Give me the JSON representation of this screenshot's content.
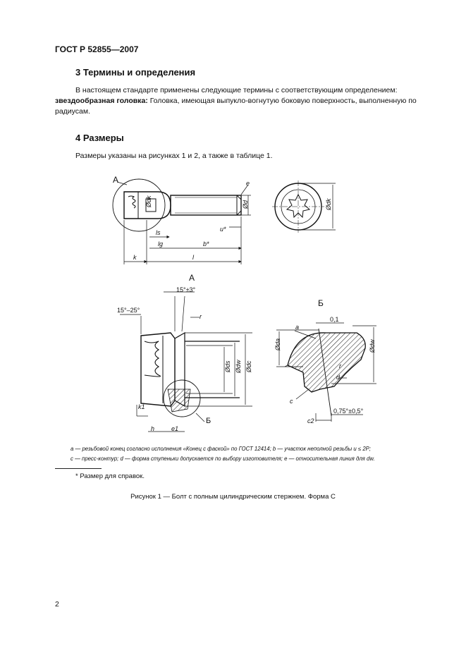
{
  "header": {
    "standard": "ГОСТ Р 52855—2007"
  },
  "section3": {
    "title": "3  Термины и определения",
    "intro": "В настоящем стандарте применены следующие термины с соответствующим определением:",
    "term": "звездообразная головка:",
    "definition": " Головка, имеющая выпукло-вогнутую боковую поверхность, выполненную по радиусам."
  },
  "section4": {
    "title": "4  Размеры",
    "intro": "Размеры указаны на рисунках 1 и 2, а также в таблице 1."
  },
  "figure": {
    "labels": {
      "view_a_marker": "А",
      "view_a_title": "А",
      "view_b_title": "Б",
      "section_b_marker": "Б",
      "a": "а",
      "e": "е",
      "c": "c",
      "d": "d",
      "r": "r",
      "k": "k",
      "k1": "k1",
      "h": "h",
      "e1": "e1",
      "l": "l",
      "b": "b*",
      "ls": "ls",
      "lg": "lg",
      "u": "u*",
      "dk": "Ødk",
      "d_main": "Ød",
      "ds": "Øds",
      "dw": "Ødw",
      "dc": "Ødc",
      "da": "Øda",
      "angle1": "15°±3°",
      "angle2": "15°–25°",
      "v": "0,1",
      "angle3": "0,75°±0,5°",
      "c_v": "c2"
    },
    "notes_line1": "а — резьбовой конец согласно исполнения «Конец с фаской» по ГОСТ 12414;  b — участок неполной резьбы u ≤ 2P;",
    "notes_line2": "c — пресс-контур; d — форма ступеньки допускается по выбору изготовителя; e — относительная линия для dw.",
    "footnote": "*  Размер для справок.",
    "caption": "Рисунок 1 — Болт с полным цилиндрическим стержнем. Форма С"
  },
  "page_number": "2"
}
